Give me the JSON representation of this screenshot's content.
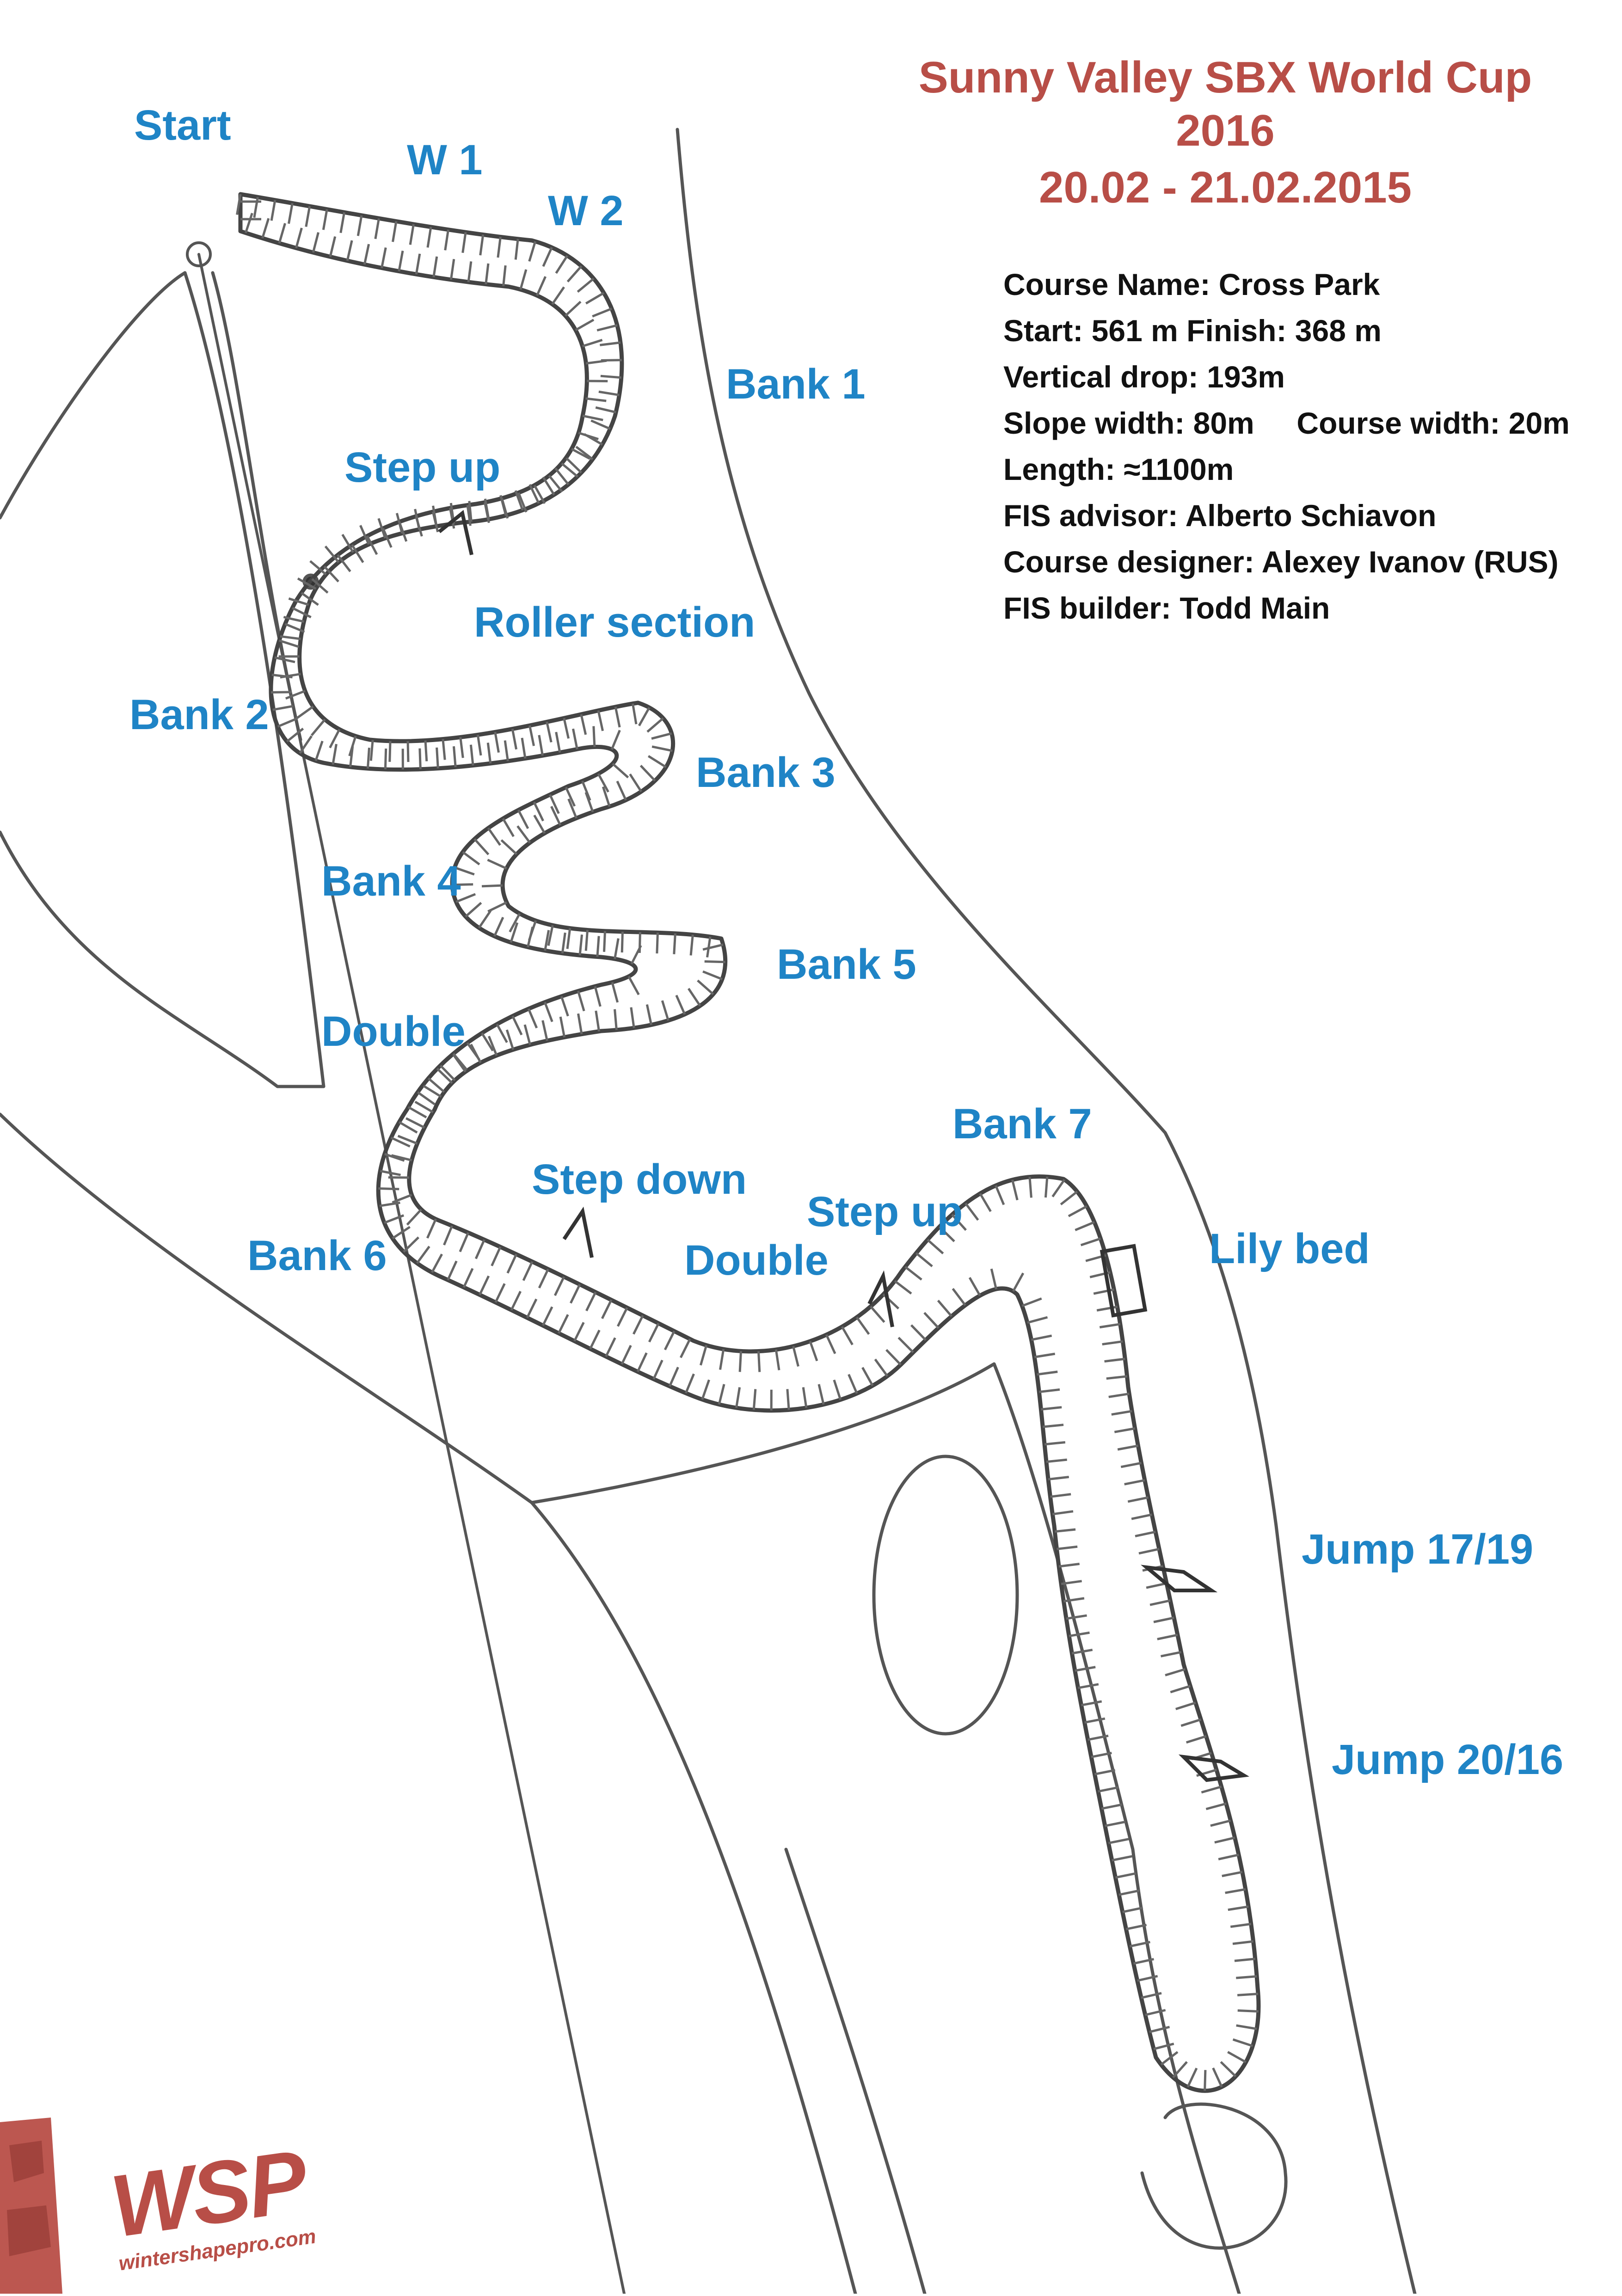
{
  "header": {
    "title": "Sunny Valley SBX World Cup 2016",
    "dates": "20.02 - 21.02.2015",
    "title_color": "#b84e47"
  },
  "course_info": [
    "Course Name: Cross Park",
    "Start: 561 m Finish: 368 m",
    "Vertical drop: 193m",
    "Slope width: 80m     Course width: 20m",
    "Length: ≈1100m",
    "FIS advisor: Alberto Schiavon",
    "Course designer: Alexey Ivanov (RUS)",
    "FIS builder: Todd Main"
  ],
  "labels": {
    "start": "Start",
    "w1": "W 1",
    "w2": "W 2",
    "bank1": "Bank 1",
    "step_up_1": "Step up",
    "roller_section": "Roller section",
    "bank2": "Bank 2",
    "bank3": "Bank 3",
    "bank4": "Bank 4",
    "bank5": "Bank 5",
    "double_1": "Double",
    "step_down": "Step down",
    "bank6": "Bank 6",
    "double_2": "Double",
    "step_up_2": "Step up",
    "bank7": "Bank 7",
    "lily_bed": "Lily bed",
    "jump_17_19": "Jump 17/19",
    "jump_20_16": "Jump 20/16"
  },
  "label_color": "#1f84c6",
  "logo": {
    "text": "WSP",
    "url_text": "wintershapepro.com",
    "color": "#b84e47"
  }
}
